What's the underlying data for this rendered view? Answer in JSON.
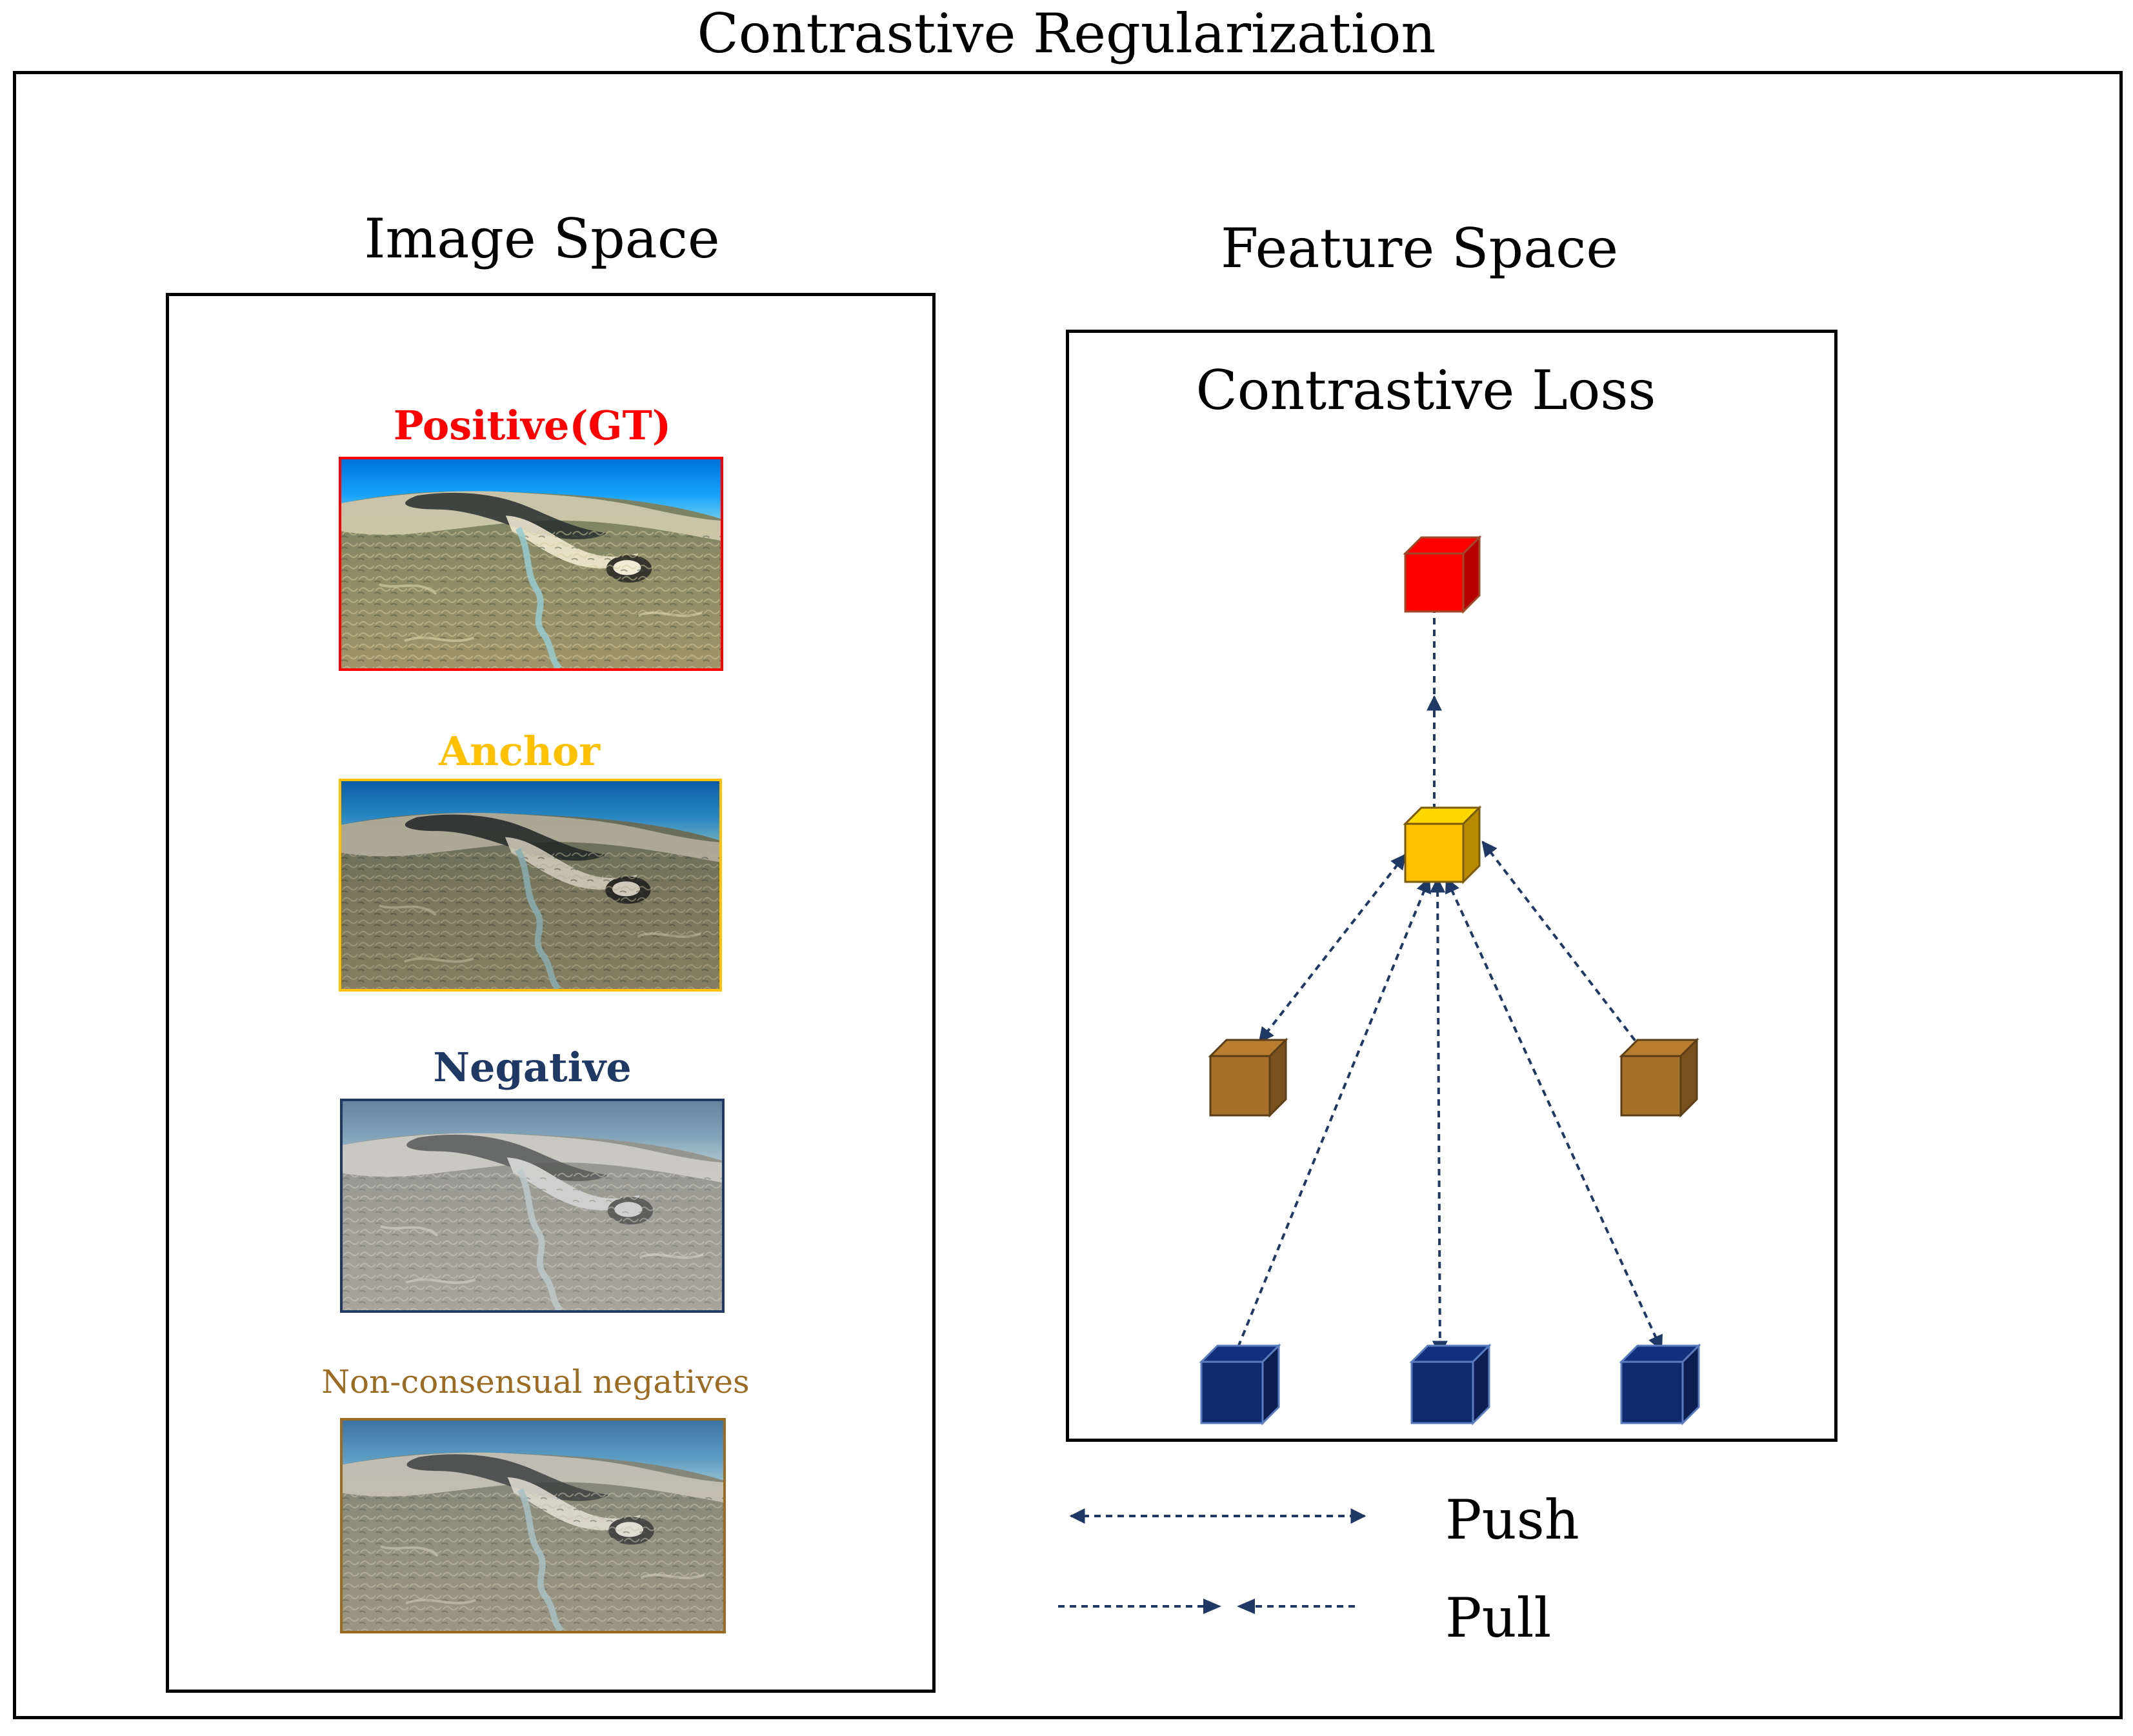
{
  "title": "Contrastive Regularization",
  "image_space": {
    "heading": "Image Space",
    "images": [
      {
        "label": "Positive(GT)",
        "color": "#ff0000",
        "filter": "saturate(1.35) contrast(1.08)"
      },
      {
        "label": "Anchor",
        "color": "#ffc000",
        "filter": "saturate(1.05) brightness(0.86) contrast(1.1)"
      },
      {
        "label": "Negative",
        "color": "#1f3864",
        "filter": "saturate(0.45) brightness(1.28) contrast(0.62)"
      },
      {
        "label": "Non-consensual negatives",
        "color": "#9c6b22",
        "filter": "saturate(0.75) brightness(1.05) contrast(0.85)"
      }
    ]
  },
  "feature_space": {
    "heading": "Feature Space",
    "box_title": "Contrastive Loss",
    "cubes": {
      "positive": "#ff0000",
      "anchor": "#ffc000",
      "non_consensual": "#a5702a",
      "negative": "#0f2a6e"
    }
  },
  "legend": {
    "push": "Push",
    "pull": "Pull",
    "arrow_color": "#1f3864"
  }
}
